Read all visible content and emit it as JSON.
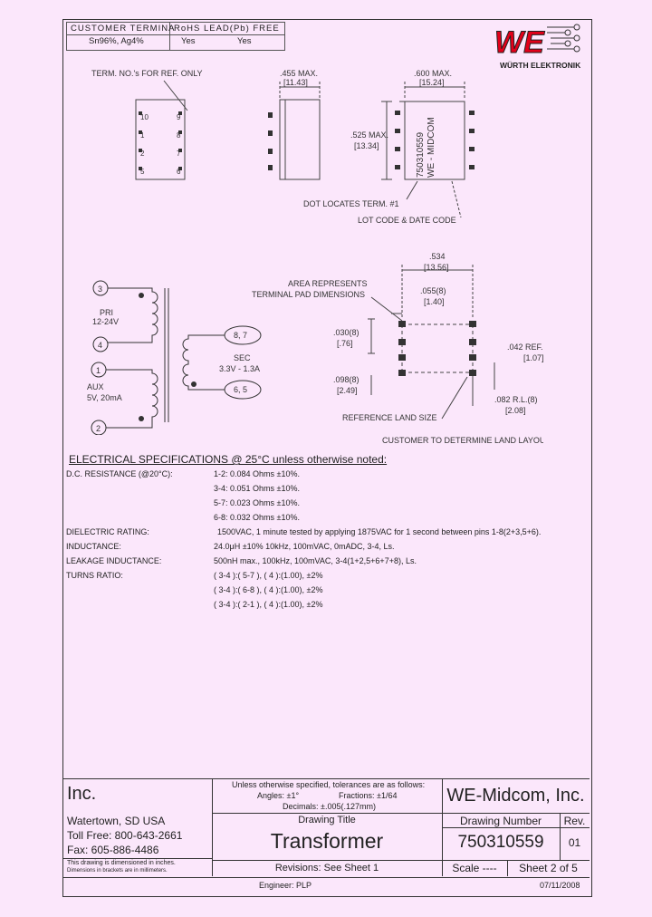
{
  "header_table": {
    "col1_header": "CUSTOMER TERMINA",
    "col2_header": "RoHS LEAD(Pb) FREE",
    "row_material": "Sn96%, Ag4%",
    "row_rohs": "Yes",
    "row_leadfree": "Yes"
  },
  "logo": {
    "mark": "WE",
    "company": "WÜRTH ELEKTRONIK",
    "color": "#e2001a"
  },
  "mechanical": {
    "term_note": "TERM. NO.'s FOR REF. ONLY",
    "pin_left": [
      "10",
      "1",
      "2",
      "5"
    ],
    "pin_right": [
      "9",
      "8",
      "7",
      "6"
    ],
    "width_in": ".455 MAX.",
    "width_mm": "[11.43]",
    "length_in": ".600 MAX.",
    "length_mm": "[15.24]",
    "height_in": ".525 MAX.",
    "height_mm": "[13.34]",
    "part_marking_1": "750310559",
    "part_marking_2": "WE - MIDCOM",
    "dot_note": "DOT LOCATES TERM. #1",
    "lot_note": "LOT CODE & DATE CODE"
  },
  "schematic": {
    "pri_pin_top": "3",
    "pri_pin_bottom": "4",
    "pri_label": "PRI",
    "pri_voltage": "12-24V",
    "aux_pin_top": "1",
    "aux_pin_bottom": "2",
    "aux_label": "AUX",
    "aux_rating": "5V, 20mA",
    "sec_pin_top": "8, 7",
    "sec_pin_bottom": "6, 5",
    "sec_label": "SEC",
    "sec_rating": "3.3V - 1.3A"
  },
  "land": {
    "area_note_1": "AREA REPRESENTS",
    "area_note_2": "TERMINAL PAD DIMENSIONS",
    "top_in": ".534",
    "top_mm": "[13.56]",
    "pad_w_in": ".055(8)",
    "pad_w_mm": "[1.40]",
    "pad_h_in": ".030(8)",
    "pad_h_mm": "[.76]",
    "pitch_in": ".098(8)",
    "pitch_mm": "[2.49]",
    "ref_in": ".042 REF.(8)",
    "ref_mm": "[1.07]",
    "rl_in": ".082 R.L.(8)",
    "rl_mm": "[2.08]",
    "ref_land": "REFERENCE LAND SIZE",
    "customer_note": "CUSTOMER TO DETERMINE LAND LAYOUT"
  },
  "specs": {
    "heading": "ELECTRICAL SPECIFICATIONS @ 25°C unless otherwise noted:",
    "dcr_label": "D.C. RESISTANCE (@20°C):",
    "dcr_1": "1-2: 0.084 Ohms ±10%.",
    "dcr_2": "3-4: 0.051 Ohms ±10%.",
    "dcr_3": "5-7: 0.023 Ohms ±10%.",
    "dcr_4": "6-8: 0.032 Ohms ±10%.",
    "dielectric_label": "DIELECTRIC RATING:",
    "dielectric_val": "1500VAC, 1 minute tested by applying 1875VAC for 1 second between pins 1-8(2+3,5+6).",
    "inductance_label": "INDUCTANCE:",
    "inductance_val": "24.0μH ±10% 10kHz, 100mVAC, 0mADC, 3-4, Ls.",
    "leakage_label": "LEAKAGE INDUCTANCE:",
    "leakage_val": "500nH max., 100kHz, 100mVAC, 3-4(1+2,5+6+7+8), Ls.",
    "turns_label": "TURNS RATIO:",
    "turns_1": "( 3-4 ):( 5-7 ),  ( 4 ):(1.00),  ±2%",
    "turns_2": "( 3-4 ):( 6-8 ),  ( 4 ):(1.00),  ±2%",
    "turns_3": "( 3-4 ):( 2-1 ),  ( 4 ):(1.00),  ±2%"
  },
  "titleblock": {
    "company": "Inc.",
    "location": "Watertown, SD USA",
    "toll_free": "Toll Free:  800-643-2661",
    "fax": "Fax: 605-886-4486",
    "disclaimer_1": "This drawing is dimensioned in inches.",
    "disclaimer_2": "Dimensions in brackets are in millimeters.",
    "tol_heading": "Unless otherwise specified, tolerances are as follows:",
    "tol_angles": "Angles: ±1°",
    "tol_fractions": "Fractions: ±1/64",
    "tol_decimals": "Decimals: ±.005(.127mm)",
    "title_label": "Drawing Title",
    "title": "Transformer",
    "revisions": "Revisions:  See Sheet 1",
    "brand": "WE-Midcom, Inc.",
    "drawing_number_label": "Drawing Number",
    "drawing_number": "750310559",
    "rev_label": "Rev.",
    "rev": "01",
    "scale": "Scale ----",
    "sheet": "Sheet 2 of 5",
    "engineer": "Engineer: PLP",
    "date": "07/11/2008"
  }
}
